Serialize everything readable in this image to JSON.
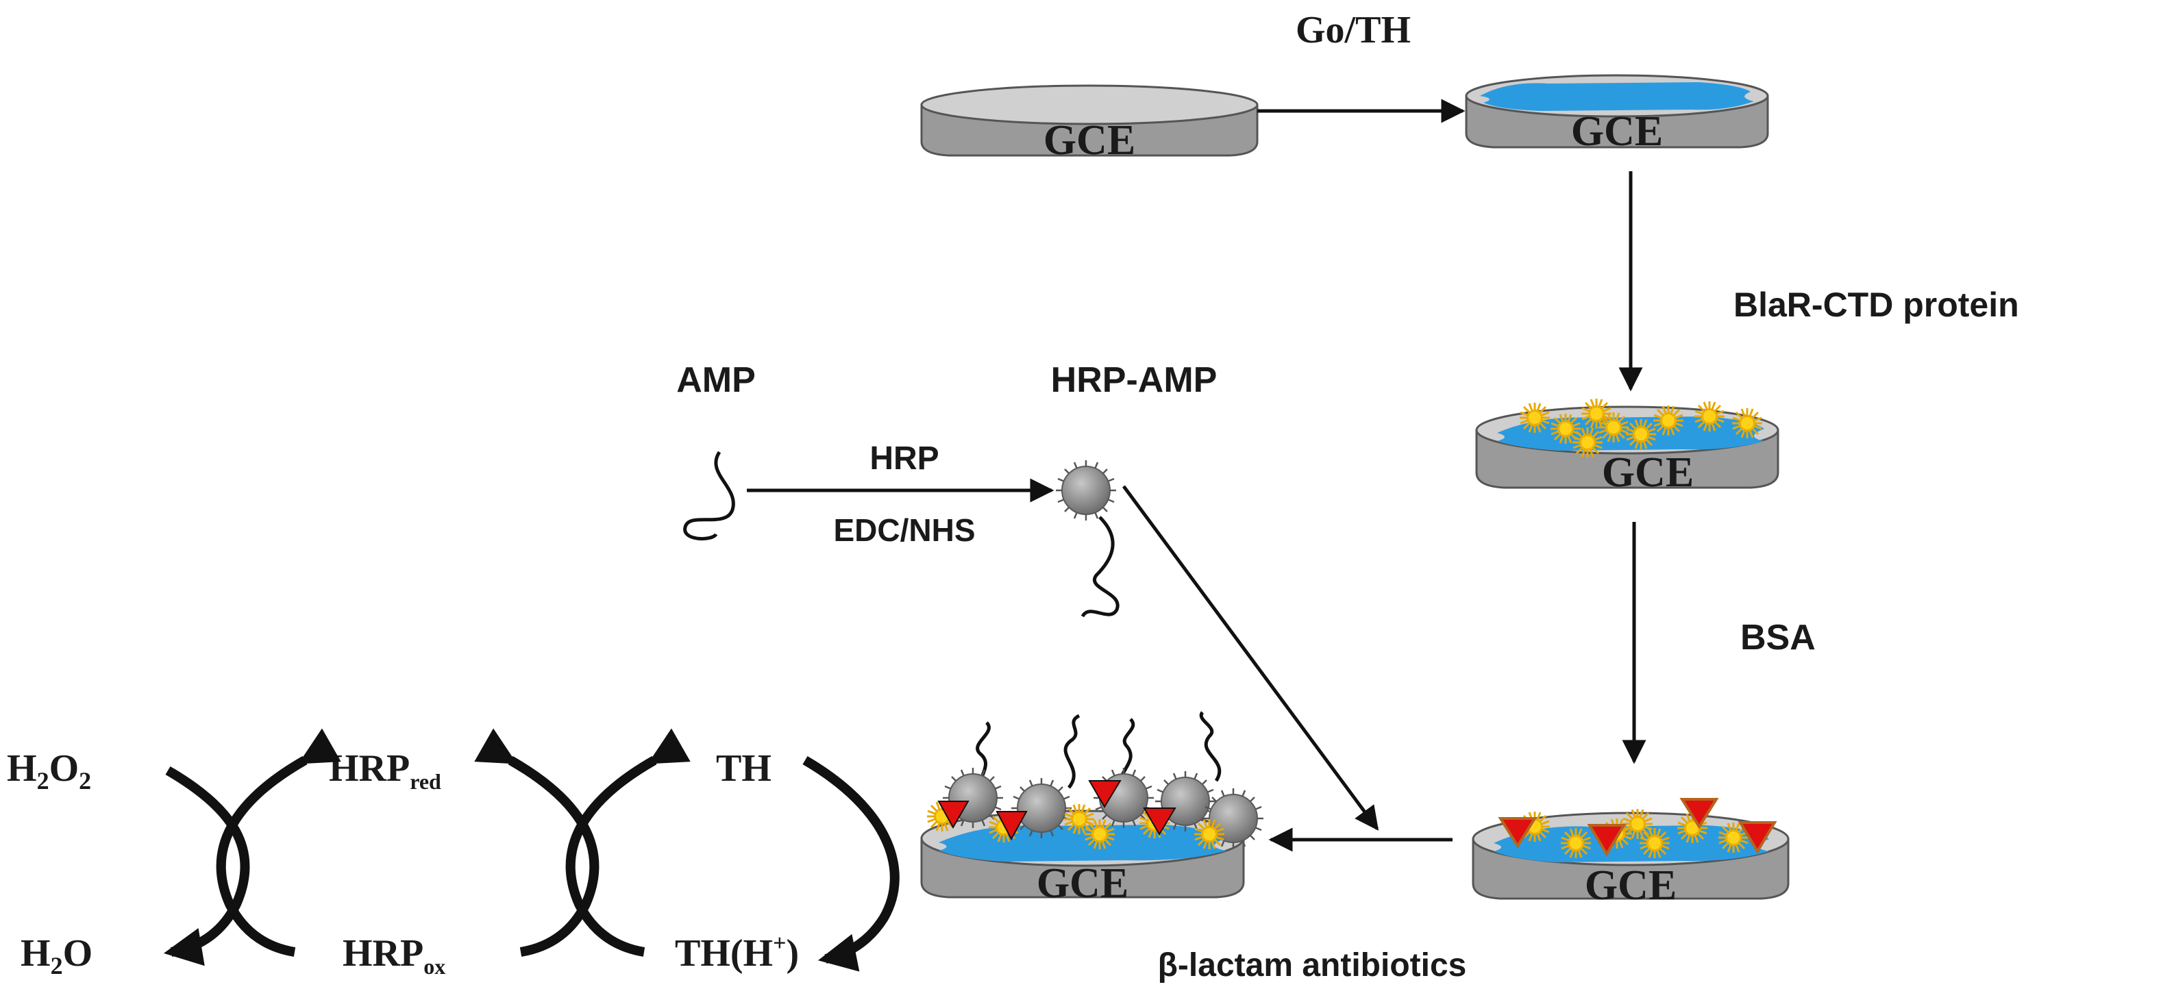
{
  "labels": {
    "go_th": "Go/TH",
    "blar_ctd": "BlaR-CTD protein",
    "bsa": "BSA",
    "amp": "AMP",
    "hrp_amp": "HRP-AMP",
    "hrp": "HRP",
    "edc_nhs": "EDC/NHS",
    "beta_lactam": "β-lactam antibiotics"
  },
  "electrodes": {
    "bare": "GCE",
    "go_th_modified": "GCE",
    "protein_modified": "GCE",
    "bsa_blocked": "GCE",
    "sensor": "GCE"
  },
  "cycle": {
    "h2o2": {
      "main": "H",
      "sub1": "2",
      "mid": "O",
      "sub2": "2"
    },
    "h2o": {
      "main": "H",
      "sub1": "2",
      "mid": "O"
    },
    "hrp_red": {
      "main": "HRP",
      "sub": "red"
    },
    "hrp_ox": {
      "main": "HRP",
      "sub": "ox"
    },
    "th": "TH",
    "th_h": {
      "main": "TH(H",
      "sup": "+",
      "end": ")"
    }
  },
  "colors": {
    "electrode_gray": "#b3b3b3",
    "film_blue": "#2b9be0",
    "protein_yellow": "#f5c000",
    "antibiotic_red": "#e01010",
    "hrp_sphere": "#8c8c8c"
  }
}
